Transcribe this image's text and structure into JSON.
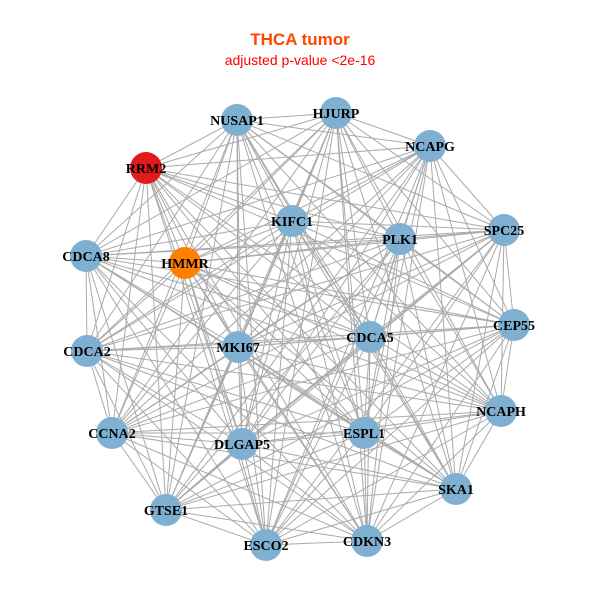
{
  "title": "THCA tumor",
  "subtitle": "adjusted p-value <2e-16",
  "colors": {
    "title": "#ff4500",
    "subtitle": "#ff0000",
    "node": "#7fb0d2",
    "red": "#e31a1c",
    "orange": "#ff7f00",
    "edge": "#aaaaaa"
  },
  "nodes": [
    {
      "id": "NUSAP1",
      "color": "node"
    },
    {
      "id": "HJURP",
      "color": "node"
    },
    {
      "id": "NCAPG",
      "color": "node"
    },
    {
      "id": "RRM2",
      "color": "red"
    },
    {
      "id": "KIFC1",
      "color": "node"
    },
    {
      "id": "PLK1",
      "color": "node"
    },
    {
      "id": "SPC25",
      "color": "node"
    },
    {
      "id": "CDCA8",
      "color": "node"
    },
    {
      "id": "HMMR",
      "color": "orange"
    },
    {
      "id": "CEP55",
      "color": "node"
    },
    {
      "id": "CDCA5",
      "color": "node"
    },
    {
      "id": "MKI67",
      "color": "node"
    },
    {
      "id": "CDCA2",
      "color": "node"
    },
    {
      "id": "NCAPH",
      "color": "node"
    },
    {
      "id": "CCNA2",
      "color": "node"
    },
    {
      "id": "ESPL1",
      "color": "node"
    },
    {
      "id": "DLGAP5",
      "color": "node"
    },
    {
      "id": "SKA1",
      "color": "node"
    },
    {
      "id": "GTSE1",
      "color": "node"
    },
    {
      "id": "ESCO2",
      "color": "node"
    },
    {
      "id": "CDKN3",
      "color": "node"
    }
  ]
}
